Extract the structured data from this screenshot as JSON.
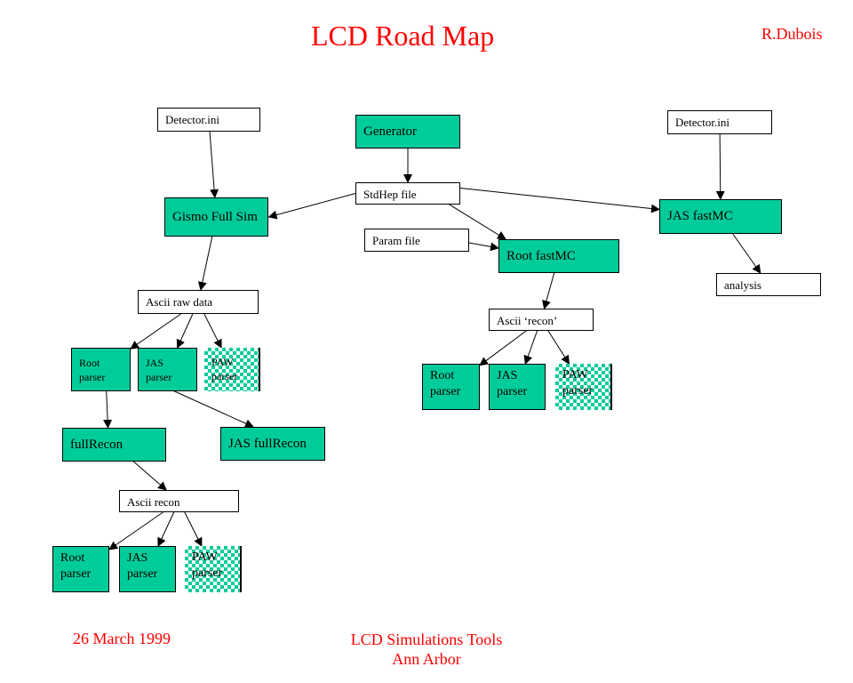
{
  "header": {
    "title": "LCD Road Map",
    "author": "R.Dubois"
  },
  "footer": {
    "date": "26 March 1999",
    "event_line1": "LCD Simulations Tools",
    "event_line2": "Ann Arbor"
  },
  "colors": {
    "process_fill": "#00cc99",
    "text_accent": "#ff0000",
    "file_fill": "#ffffff"
  },
  "nodes": {
    "detector_ini_left": {
      "label": "Detector.ini",
      "kind": "file"
    },
    "generator": {
      "label": "Generator",
      "kind": "process"
    },
    "detector_ini_right": {
      "label": "Detector.ini",
      "kind": "file"
    },
    "stdhep_file": {
      "label": "StdHep file",
      "kind": "file"
    },
    "gismo_full_sim": {
      "label": "Gismo Full Sim",
      "kind": "process"
    },
    "jas_fastmc": {
      "label": "JAS fastMC",
      "kind": "process"
    },
    "param_file": {
      "label": "Param file",
      "kind": "file"
    },
    "root_fastmc": {
      "label": "Root fastMC",
      "kind": "process"
    },
    "analysis": {
      "label": "analysis",
      "kind": "file"
    },
    "ascii_raw_data": {
      "label": "Ascii raw data",
      "kind": "file"
    },
    "ascii_recon_quoted": {
      "label": "Ascii ‘recon’",
      "kind": "file"
    },
    "raw_root_parser": {
      "line1": "Root",
      "line2": "parser",
      "kind": "process"
    },
    "raw_jas_parser": {
      "line1": "JAS",
      "line2": "parser",
      "kind": "process"
    },
    "raw_paw_parser": {
      "line1": "PAW",
      "line2": "parser",
      "kind": "pattern"
    },
    "fmc_root_parser": {
      "line1": "Root",
      "line2": "parser",
      "kind": "process"
    },
    "fmc_jas_parser": {
      "line1": "JAS",
      "line2": "parser",
      "kind": "process"
    },
    "fmc_paw_parser": {
      "line1": "PAW",
      "line2": "parser",
      "kind": "pattern"
    },
    "full_recon": {
      "label": "fullRecon",
      "kind": "process"
    },
    "jas_full_recon": {
      "label": "JAS fullRecon",
      "kind": "process"
    },
    "ascii_recon": {
      "label": "Ascii recon",
      "kind": "file"
    },
    "rec_root_parser": {
      "line1": "Root",
      "line2": "parser",
      "kind": "process"
    },
    "rec_jas_parser": {
      "line1": "JAS",
      "line2": "parser",
      "kind": "process"
    },
    "rec_paw_parser": {
      "line1": "PAW",
      "line2": "parser",
      "kind": "pattern"
    }
  },
  "edges": [
    {
      "from": "detector_ini_left",
      "to": "gismo_full_sim"
    },
    {
      "from": "generator",
      "to": "stdhep_file"
    },
    {
      "from": "detector_ini_right",
      "to": "jas_fastmc"
    },
    {
      "from": "stdhep_file",
      "to": "gismo_full_sim"
    },
    {
      "from": "stdhep_file",
      "to": "jas_fastmc"
    },
    {
      "from": "stdhep_file",
      "to": "root_fastmc"
    },
    {
      "from": "param_file",
      "to": "root_fastmc"
    },
    {
      "from": "jas_fastmc",
      "to": "analysis"
    },
    {
      "from": "gismo_full_sim",
      "to": "ascii_raw_data"
    },
    {
      "from": "root_fastmc",
      "to": "ascii_recon_quoted"
    },
    {
      "from": "ascii_raw_data",
      "to": "raw_root_parser"
    },
    {
      "from": "ascii_raw_data",
      "to": "raw_jas_parser"
    },
    {
      "from": "ascii_raw_data",
      "to": "raw_paw_parser"
    },
    {
      "from": "ascii_recon_quoted",
      "to": "fmc_root_parser"
    },
    {
      "from": "ascii_recon_quoted",
      "to": "fmc_jas_parser"
    },
    {
      "from": "ascii_recon_quoted",
      "to": "fmc_paw_parser"
    },
    {
      "from": "raw_root_parser",
      "to": "full_recon"
    },
    {
      "from": "raw_jas_parser",
      "to": "jas_full_recon"
    },
    {
      "from": "full_recon",
      "to": "ascii_recon"
    },
    {
      "from": "ascii_recon",
      "to": "rec_root_parser"
    },
    {
      "from": "ascii_recon",
      "to": "rec_jas_parser"
    },
    {
      "from": "ascii_recon",
      "to": "rec_paw_parser"
    }
  ]
}
